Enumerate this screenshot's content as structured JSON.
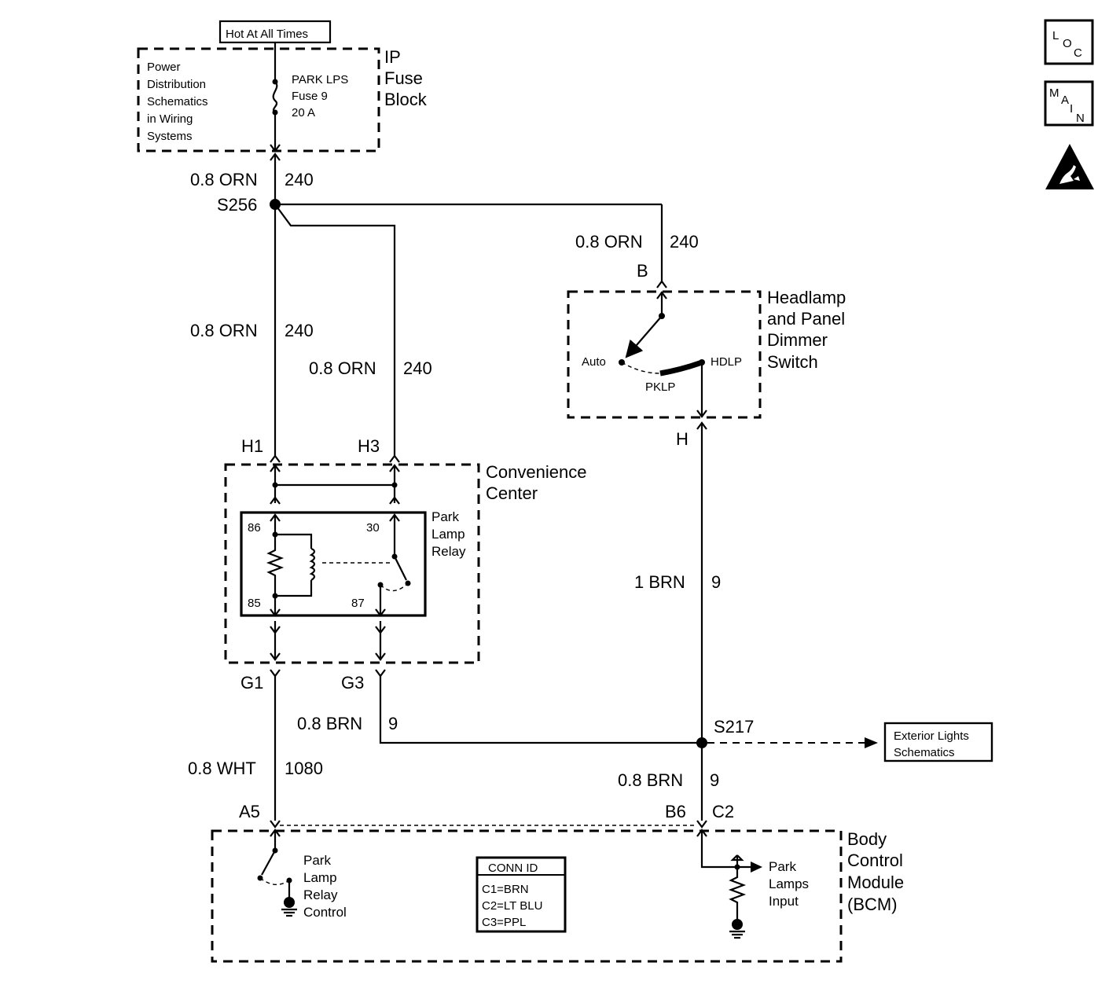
{
  "supply": {
    "hot_label": "Hot At All Times",
    "power_dist_lines": [
      "Power",
      "Distribution",
      "Schematics",
      "in Wiring",
      "Systems"
    ],
    "fuse_lines": [
      "PARK LPS",
      "Fuse 9",
      "20 A"
    ],
    "fuse_block_lines": [
      "IP",
      "Fuse",
      "Block"
    ]
  },
  "wires": {
    "w_top_gauge": "0.8 ORN",
    "w_top_circuit": "240",
    "w_left_gauge": "0.8 ORN",
    "w_left_circuit": "240",
    "w_mid_gauge": "0.8 ORN",
    "w_mid_circuit": "240",
    "w_right_gauge": "0.8 ORN",
    "w_right_circuit": "240",
    "w_h_gauge": "1 BRN",
    "w_h_circuit": "9",
    "w_g3_gauge": "0.8 BRN",
    "w_g3_circuit": "9",
    "w_g1_gauge": "0.8 WHT",
    "w_g1_circuit": "1080",
    "w_bcm_gauge": "0.8 BRN",
    "w_bcm_circuit": "9"
  },
  "splices": {
    "s256": "S256",
    "s217": "S217"
  },
  "switch": {
    "title_lines": [
      "Headlamp",
      "and Panel",
      "Dimmer",
      "Switch"
    ],
    "pin_b": "B",
    "pin_h": "H",
    "auto": "Auto",
    "pklp": "PKLP",
    "hdlp": "HDLP"
  },
  "convenience_center": {
    "title_lines": [
      "Convenience",
      "Center"
    ],
    "pin_h1": "H1",
    "pin_h3": "H3",
    "pin_g1": "G1",
    "pin_g3": "G3",
    "relay_lines": [
      "Park",
      "Lamp",
      "Relay"
    ],
    "t86": "86",
    "t85": "85",
    "t30": "30",
    "t87": "87"
  },
  "exterior": {
    "lines": [
      "Exterior Lights",
      "Schematics"
    ]
  },
  "bcm": {
    "title_lines": [
      "Body",
      "Control",
      "Module",
      "(BCM)"
    ],
    "pin_a5": "A5",
    "pin_b6": "B6",
    "pin_c2": "C2",
    "relay_ctrl_lines": [
      "Park",
      "Lamp",
      "Relay",
      "Control"
    ],
    "input_lines": [
      "Park",
      "Lamps",
      "Input"
    ],
    "conn_title": "CONN ID",
    "conn_lines": [
      "C1=BRN",
      "C2=LT BLU",
      "C3=PPL"
    ]
  },
  "icons": {
    "loc_letters": [
      "L",
      "O",
      "C"
    ],
    "main_letters": [
      "M",
      "A",
      "I",
      "N"
    ],
    "esd": "esd-warning-icon"
  }
}
